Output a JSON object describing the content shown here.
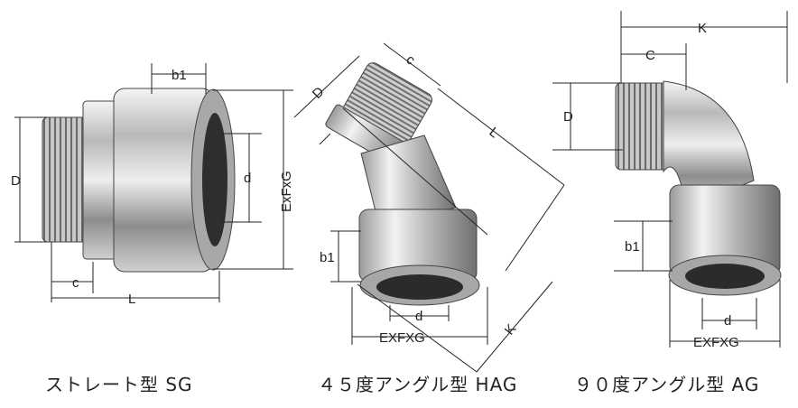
{
  "fittings": [
    {
      "caption": "ストレート型 SG",
      "dims": {
        "b1": "b1",
        "D": "D",
        "d": "d",
        "EFG": "ExFxG",
        "c": "c",
        "L": "L"
      }
    },
    {
      "caption": "４５度アングル型 HAG",
      "dims": {
        "D": "D",
        "c": "c",
        "L": "L",
        "b1": "b1",
        "d": "d",
        "EFG": "EXFXG",
        "K": "K"
      }
    },
    {
      "caption": "９０度アングル型 AG",
      "dims": {
        "K": "K",
        "C": "C",
        "D": "D",
        "b1": "b1",
        "d": "d",
        "EFG": "EXFXG"
      }
    }
  ]
}
